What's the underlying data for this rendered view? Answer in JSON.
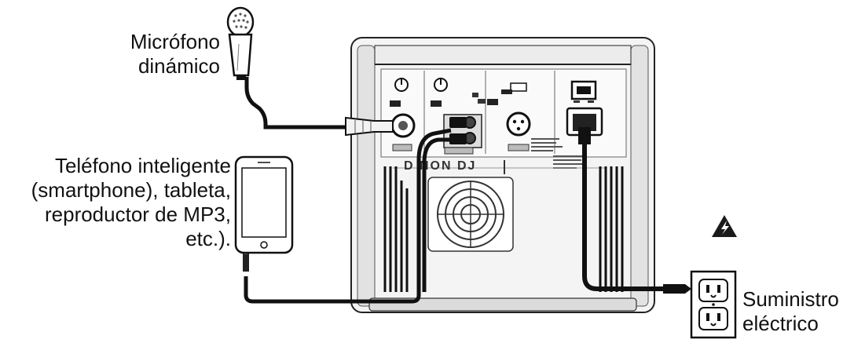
{
  "labels": {
    "microphone": [
      "Micrófono",
      "dinámico"
    ],
    "device": [
      "Teléfono inteligente",
      "(smartphone), tableta,",
      "reproductor de MP3,",
      "etc.)."
    ],
    "power": [
      "Suministro",
      "eléctrico"
    ]
  },
  "speaker": {
    "brand": "D NON DJ"
  },
  "icons": {
    "warning": "lightning-warning-icon",
    "outlet": "power-outlet-icon",
    "microphone": "microphone-icon",
    "phone": "smartphone-icon"
  }
}
